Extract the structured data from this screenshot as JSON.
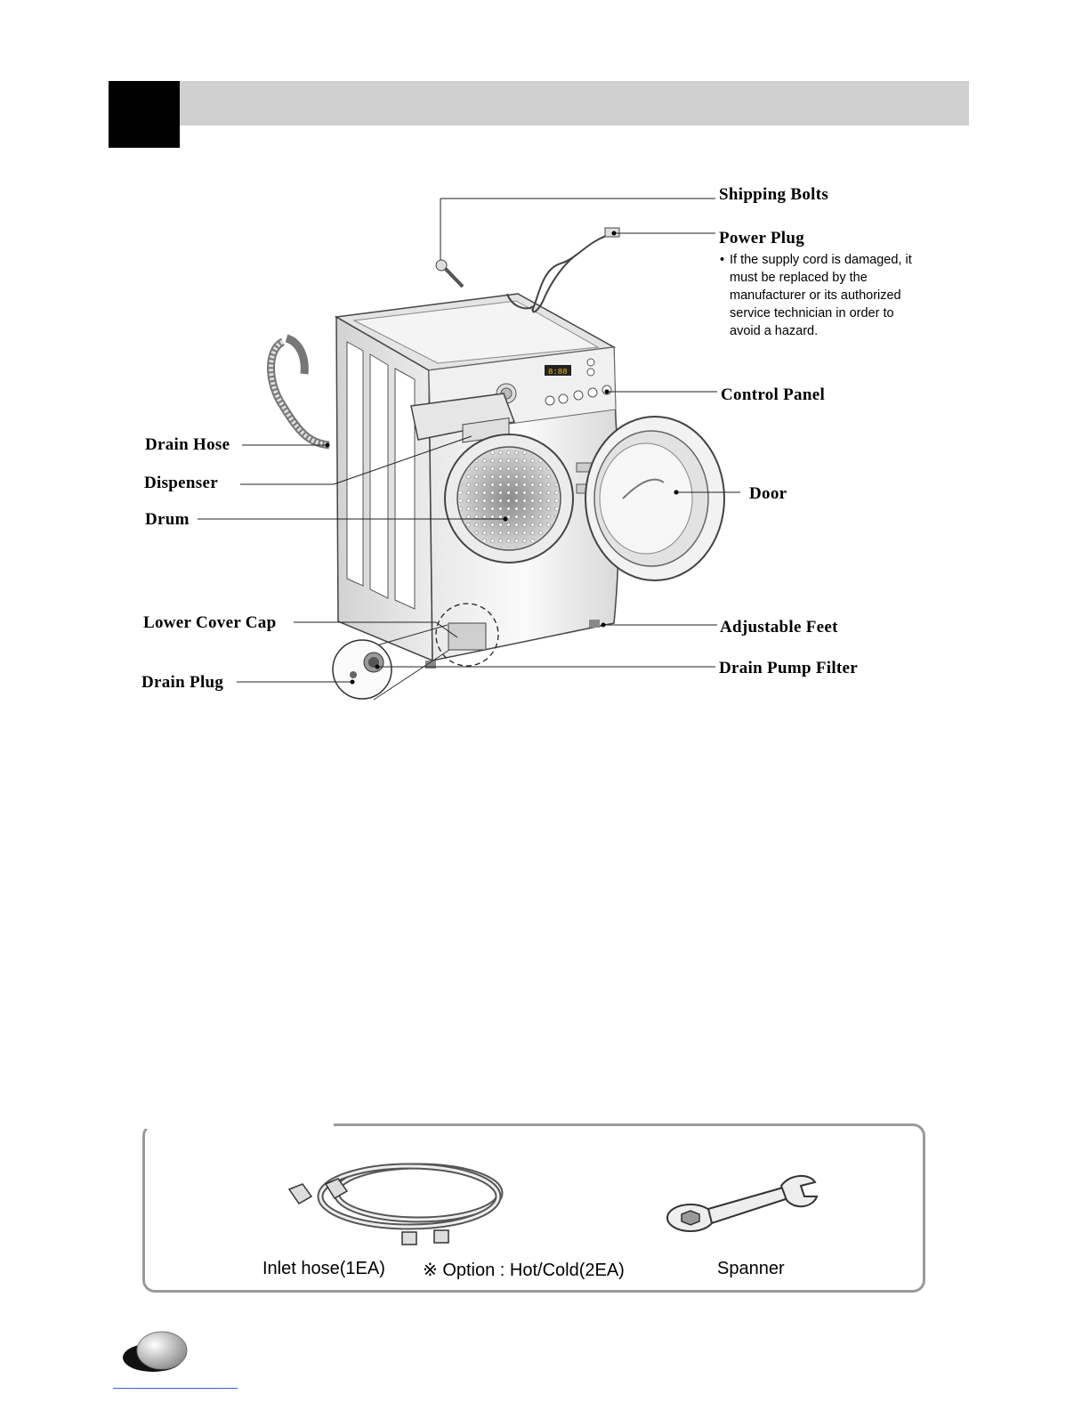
{
  "parts": {
    "shipping_bolts": "Shipping Bolts",
    "power_plug": "Power Plug",
    "power_plug_note": "If the supply cord is damaged, it must be replaced by the manufacturer or its authorized service technician in order to avoid a hazard.",
    "control_panel": "Control Panel",
    "drain_hose": "Drain Hose",
    "dispenser": "Dispenser",
    "drum": "Drum",
    "door": "Door",
    "lower_cover_cap": "Lower Cover Cap",
    "adjustable_feet": "Adjustable Feet",
    "drain_plug": "Drain Plug",
    "drain_pump_filter": "Drain Pump Filter"
  },
  "accessories": {
    "inlet_hose": "Inlet hose(1EA)",
    "inlet_option": "※ Option : Hot/Cold(2EA)",
    "spanner": "Spanner"
  },
  "icons": [
    "washing-machine-illustration",
    "inlet-hose-illustration",
    "spanner-illustration"
  ]
}
